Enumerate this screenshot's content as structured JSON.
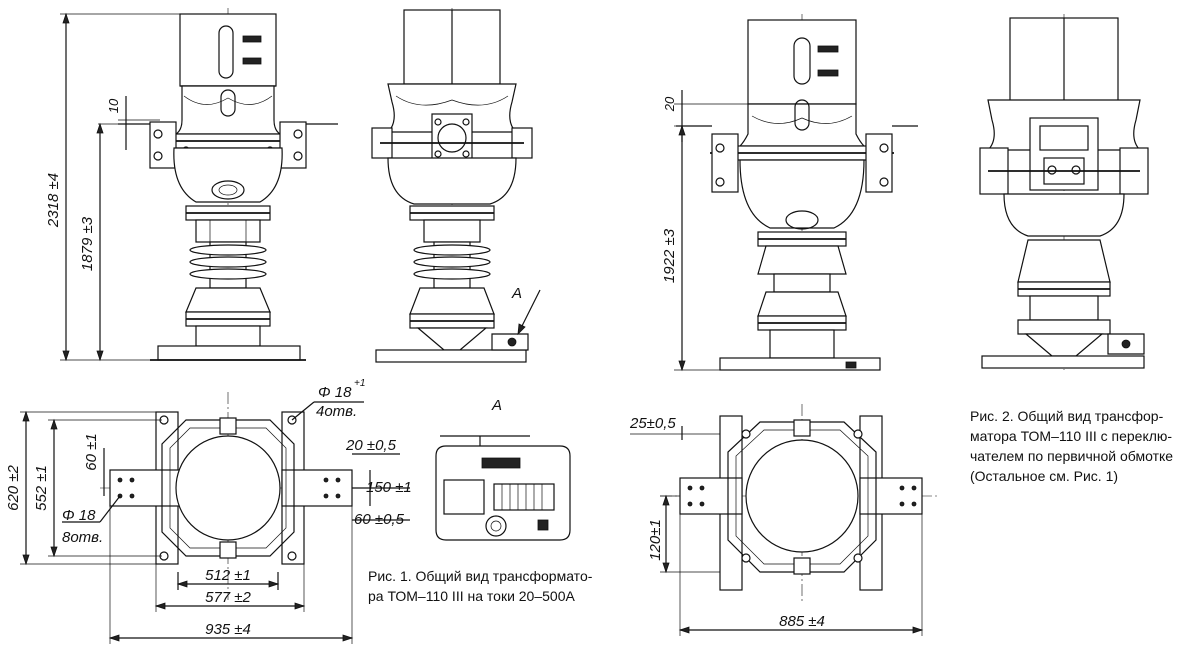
{
  "dimensions": {
    "fig1_height_total": "2318 ±4",
    "fig1_height_lower": "1879 ±3",
    "fig1_top_offset": "10",
    "fig1_hole_large": "Φ 18",
    "fig1_hole_large_tol": "+1",
    "fig1_hole_large_count": "4отв.",
    "fig1_hole_small": "Φ 18",
    "fig1_hole_small_count": "8отв.",
    "fig1_plan_h_outer": "620 ±2",
    "fig1_plan_h_inner": "552 ±1",
    "fig1_plan_60": "60 ±1",
    "fig1_plan_20": "20 ±0,5",
    "fig1_plan_150": "150 ±1",
    "fig1_plan_60b": "60 ±0,5",
    "fig1_plan_512": "512 ±1",
    "fig1_plan_577": "577 ±2",
    "fig1_plan_935": "935 ±4",
    "fig2_top_offset": "20",
    "fig2_height": "1922 ±3",
    "fig2_plan_25": "25±0,5",
    "fig2_plan_120": "120±1",
    "fig2_plan_885": "885 ±4"
  },
  "view_labels": {
    "arrow_a": "A",
    "detail_a": "A"
  },
  "captions": {
    "fig1": [
      "Рис. 1. Общий вид трансформато-",
      "ра ТОМ–110 III на токи 20–500А"
    ],
    "fig2": [
      "Рис. 2. Общий вид трансфор-",
      "матора ТОМ–110 III с переклю-",
      "чателем по первичной обмотке",
      "(Остальное см. Рис. 1)"
    ]
  }
}
